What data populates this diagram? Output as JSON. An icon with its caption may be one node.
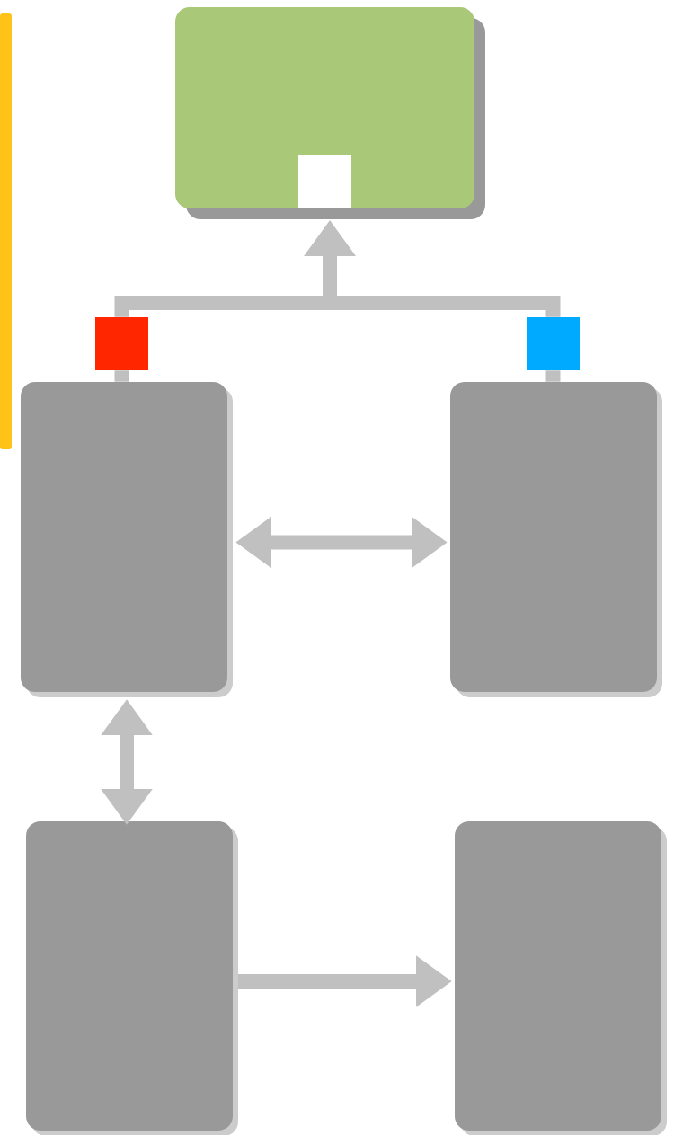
{
  "diagram": {
    "nodes": [
      {
        "text": [],
        "shape": "box"
      },
      {
        "text": [],
        "shape": "box",
        "in": 0
      },
      {
        "text": [],
        "shape": "box"
      },
      {
        "text": [],
        "shape": "box"
      },
      {
        "text": [],
        "shape": "box"
      },
      {
        "text": [],
        "shape": "box"
      },
      {
        "text": [],
        "shape": "box"
      },
      {
        "text": [],
        "shape": "box"
      }
    ],
    "edges": [
      {
        "from": 4,
        "to": 2,
        "arrow": "none"
      },
      {
        "from": 5,
        "to": 3,
        "arrow": "none"
      },
      {
        "from": 2,
        "to": 0,
        "arrow": "to"
      },
      {
        "from": 3,
        "to": 0,
        "arrow": "to"
      },
      {
        "from": 4,
        "to": 5,
        "arrow": "both"
      },
      {
        "from": 4,
        "to": 6,
        "arrow": "both"
      },
      {
        "from": 6,
        "to": 7,
        "arrow": "to"
      }
    ]
  }
}
